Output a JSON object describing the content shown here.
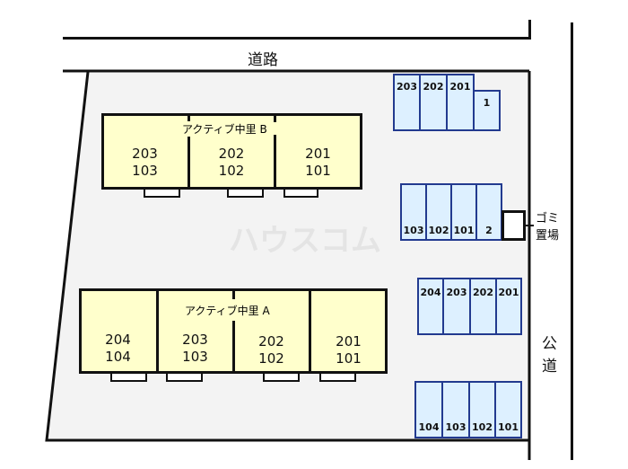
{
  "road_top": "道路",
  "road_right": [
    "公",
    "道"
  ],
  "watermark": "ハウスコム",
  "building_b": {
    "name": "アクティブ中里 B",
    "units": [
      [
        "203",
        "103"
      ],
      [
        "202",
        "102"
      ],
      [
        "201",
        "101"
      ]
    ]
  },
  "building_a": {
    "name": "アクティブ中里 A",
    "units": [
      [
        "204",
        "104"
      ],
      [
        "203",
        "103"
      ],
      [
        "202",
        "102"
      ],
      [
        "201",
        "101"
      ]
    ]
  },
  "parking_row1": [
    "203",
    "202",
    "201",
    "1"
  ],
  "parking_row2": [
    "103",
    "102",
    "101",
    "2"
  ],
  "parking_row3": [
    "204",
    "203",
    "202",
    "201"
  ],
  "parking_row4": [
    "104",
    "103",
    "102",
    "101"
  ],
  "garbage": [
    "ゴミ",
    "置場"
  ],
  "colors": {
    "building": "#ffffcc",
    "parking": "#ddf0ff",
    "parking_border": "#223a8f",
    "lot": "#f3f3f3"
  }
}
